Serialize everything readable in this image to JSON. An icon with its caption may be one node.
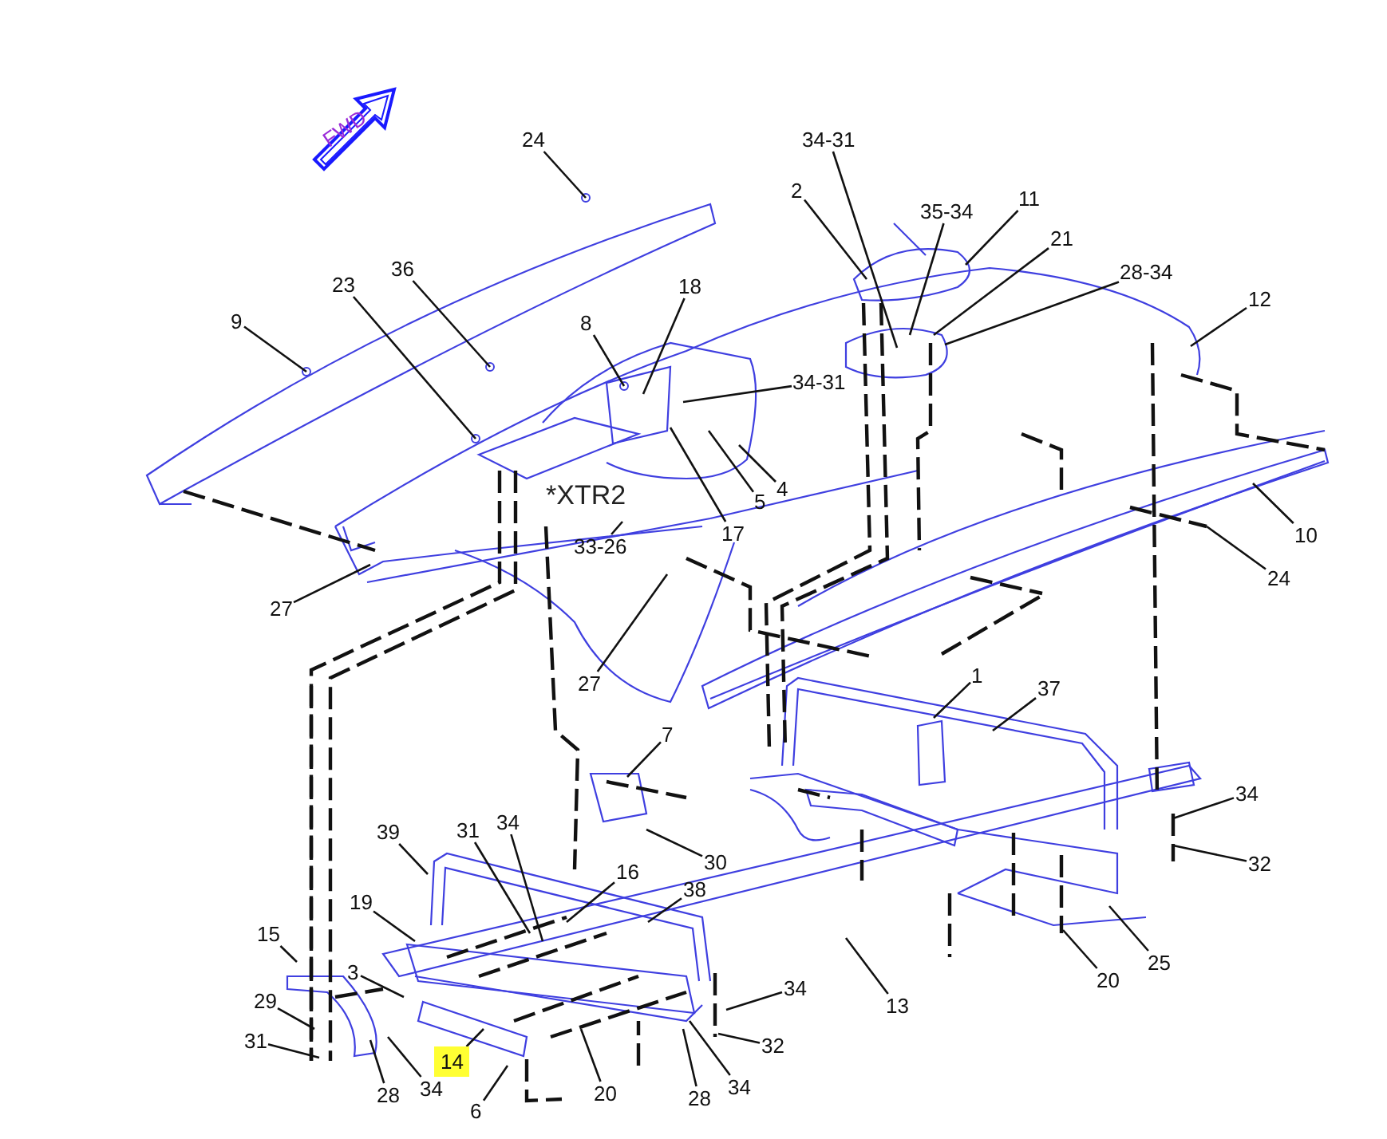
{
  "diagram": {
    "nodes": [
      {
        "text": [
          "FWD"
        ]
      },
      {
        "text": [
          "24"
        ]
      },
      {
        "text": [
          "9"
        ]
      },
      {
        "text": [
          "23"
        ]
      },
      {
        "text": [
          "36"
        ]
      },
      {
        "text": [
          "8"
        ]
      },
      {
        "text": [
          "18"
        ]
      },
      {
        "text": [
          "34-31"
        ]
      },
      {
        "text": [
          "4"
        ]
      },
      {
        "text": [
          "5"
        ]
      },
      {
        "text": [
          "17"
        ]
      },
      {
        "text": [
          "*XTR2"
        ]
      },
      {
        "text": [
          "33-26"
        ]
      },
      {
        "text": [
          "27"
        ]
      },
      {
        "text": [
          "27"
        ]
      },
      {
        "text": [
          "34-31"
        ]
      },
      {
        "text": [
          "2"
        ]
      },
      {
        "text": [
          "35-34"
        ]
      },
      {
        "text": [
          "11"
        ]
      },
      {
        "text": [
          "21"
        ]
      },
      {
        "text": [
          "28-34"
        ]
      },
      {
        "text": [
          "12"
        ]
      },
      {
        "text": [
          "10"
        ]
      },
      {
        "text": [
          "24"
        ]
      },
      {
        "text": [
          "1"
        ]
      },
      {
        "text": [
          "37"
        ]
      },
      {
        "text": [
          "7"
        ]
      },
      {
        "text": [
          "30"
        ]
      },
      {
        "text": [
          "39"
        ]
      },
      {
        "text": [
          "31"
        ]
      },
      {
        "text": [
          "34"
        ]
      },
      {
        "text": [
          "16"
        ]
      },
      {
        "text": [
          "38"
        ]
      },
      {
        "text": [
          "19"
        ]
      },
      {
        "text": [
          "15"
        ]
      },
      {
        "text": [
          "3"
        ]
      },
      {
        "text": [
          "29"
        ]
      },
      {
        "text": [
          "31"
        ]
      },
      {
        "text": [
          "14"
        ]
      },
      {
        "text": [
          "28"
        ]
      },
      {
        "text": [
          "34"
        ]
      },
      {
        "text": [
          "6"
        ]
      },
      {
        "text": [
          "20"
        ]
      },
      {
        "text": [
          "28"
        ]
      },
      {
        "text": [
          "34"
        ]
      },
      {
        "text": [
          "34"
        ]
      },
      {
        "text": [
          "32"
        ]
      },
      {
        "text": [
          "13"
        ]
      },
      {
        "text": [
          "34"
        ]
      },
      {
        "text": [
          "32"
        ]
      },
      {
        "text": [
          "20"
        ]
      },
      {
        "text": [
          "25"
        ]
      }
    ],
    "edges": [
      {
        "from": 1,
        "to": null,
        "arrow": "none"
      },
      {
        "from": 2,
        "to": null,
        "arrow": "none"
      },
      {
        "from": 3,
        "to": null,
        "arrow": "none"
      },
      {
        "from": 4,
        "to": null,
        "arrow": "none"
      },
      {
        "from": 5,
        "to": null,
        "arrow": "none"
      },
      {
        "from": 6,
        "to": null,
        "arrow": "none"
      },
      {
        "from": 7,
        "to": null,
        "arrow": "none"
      },
      {
        "from": 8,
        "to": null,
        "arrow": "none"
      },
      {
        "from": 9,
        "to": null,
        "arrow": "none"
      },
      {
        "from": 10,
        "to": null,
        "arrow": "none"
      },
      {
        "from": 12,
        "to": null,
        "arrow": "none"
      },
      {
        "from": 13,
        "to": null,
        "arrow": "none"
      },
      {
        "from": 14,
        "to": null,
        "arrow": "none"
      },
      {
        "from": 15,
        "to": null,
        "arrow": "none"
      },
      {
        "from": 16,
        "to": null,
        "arrow": "none"
      },
      {
        "from": 17,
        "to": null,
        "arrow": "none"
      },
      {
        "from": 18,
        "to": null,
        "arrow": "none"
      },
      {
        "from": 19,
        "to": null,
        "arrow": "none"
      },
      {
        "from": 20,
        "to": null,
        "arrow": "none"
      },
      {
        "from": 21,
        "to": null,
        "arrow": "none"
      },
      {
        "from": 22,
        "to": null,
        "arrow": "none"
      },
      {
        "from": 23,
        "to": null,
        "arrow": "none"
      },
      {
        "from": 24,
        "to": null,
        "arrow": "none"
      },
      {
        "from": 25,
        "to": null,
        "arrow": "none"
      },
      {
        "from": 26,
        "to": null,
        "arrow": "none"
      },
      {
        "from": 27,
        "to": null,
        "arrow": "none"
      },
      {
        "from": 28,
        "to": null,
        "arrow": "none"
      },
      {
        "from": 29,
        "to": null,
        "arrow": "none"
      },
      {
        "from": 30,
        "to": null,
        "arrow": "none"
      },
      {
        "from": 31,
        "to": null,
        "arrow": "none"
      },
      {
        "from": 32,
        "to": null,
        "arrow": "none"
      },
      {
        "from": 33,
        "to": null,
        "arrow": "none"
      },
      {
        "from": 34,
        "to": null,
        "arrow": "none"
      },
      {
        "from": 35,
        "to": null,
        "arrow": "none"
      },
      {
        "from": 36,
        "to": null,
        "arrow": "none"
      },
      {
        "from": 37,
        "to": null,
        "arrow": "none"
      },
      {
        "from": 38,
        "to": null,
        "arrow": "none"
      },
      {
        "from": 39,
        "to": null,
        "arrow": "none"
      },
      {
        "from": 40,
        "to": null,
        "arrow": "none"
      },
      {
        "from": 41,
        "to": null,
        "arrow": "none"
      },
      {
        "from": 42,
        "to": null,
        "arrow": "none"
      },
      {
        "from": 43,
        "to": null,
        "arrow": "none"
      },
      {
        "from": 44,
        "to": null,
        "arrow": "none"
      },
      {
        "from": 45,
        "to": null,
        "arrow": "none"
      },
      {
        "from": 46,
        "to": null,
        "arrow": "none"
      },
      {
        "from": 47,
        "to": null,
        "arrow": "none"
      },
      {
        "from": 48,
        "to": null,
        "arrow": "none"
      },
      {
        "from": 49,
        "to": null,
        "arrow": "none"
      },
      {
        "from": 50,
        "to": null,
        "arrow": "none"
      },
      {
        "from": 51,
        "to": null,
        "arrow": "none"
      }
    ]
  }
}
